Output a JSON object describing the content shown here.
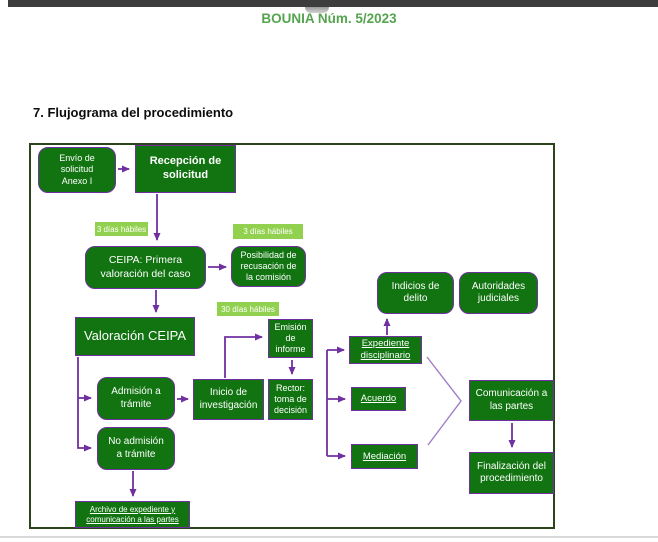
{
  "page": {
    "header": "BOUNIA Núm. 5/2023",
    "section_title": "7. Flujograma del procedimiento"
  },
  "colors": {
    "header_text": "#55a44f",
    "node_fill": "#117411",
    "node_border": "#7030a0",
    "time_label_fill": "#92d050",
    "arrow": "#7030a0",
    "chevron": "#a07cc8",
    "frame_border": "#2c441c",
    "top_bar": "#3d3d3d"
  },
  "flowchart": {
    "nodes": {
      "envio": "Envío de\nsolicitud\nAnexo I",
      "recepcion": "Recepción de\nsolicitud",
      "ceipa_primera": "CEIPA: Primera\nvaloración del caso",
      "posibilidad": "Posibilidad de\nrecusación de\nla comisión",
      "valoracion": "Valoración CEIPA",
      "admision": "Admisión a\ntrámite",
      "no_admision": "No admisión\na trámite",
      "inicio": "Inicio de\ninvestigación",
      "emision": "Emisión\nde\ninforme",
      "rector": "Rector:\ntoma de\ndecisión",
      "indicios": "Indicios de\ndelito",
      "autoridades": "Autoridades\njudiciales",
      "expediente": "Expediente\ndisciplinario",
      "acuerdo": "Acuerdo",
      "mediacion": "Mediación",
      "comunicacion": "Comunicación a\nlas partes",
      "finalizacion": "Finalización del\nprocedimiento",
      "archivo": "Archivo de expediente y\ncomunicación  a las partes"
    },
    "time_labels": [
      "3 días hábiles",
      "3 días hábiles",
      "30 días hábiles"
    ]
  }
}
